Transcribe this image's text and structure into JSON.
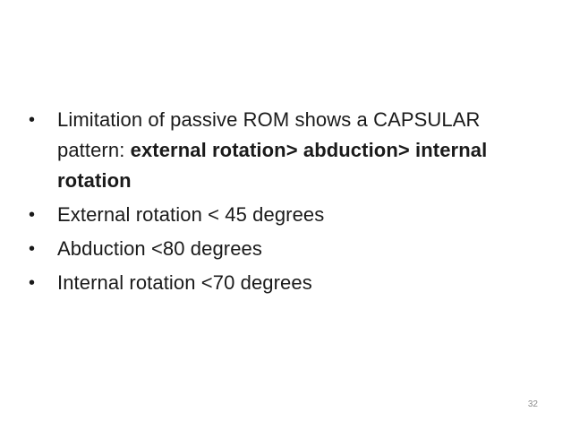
{
  "slide": {
    "bullets": [
      {
        "text_normal": "Limitation of passive ROM shows a CAPSULAR pattern: ",
        "text_bold": "external rotation> abduction> internal rotation"
      },
      {
        "text_normal": "External rotation < 45 degrees"
      },
      {
        "text_normal": "Abduction <80 degrees"
      },
      {
        "text_normal": "Internal rotation <70 degrees"
      }
    ],
    "bullet_symbol": "•",
    "page_number": "32"
  }
}
